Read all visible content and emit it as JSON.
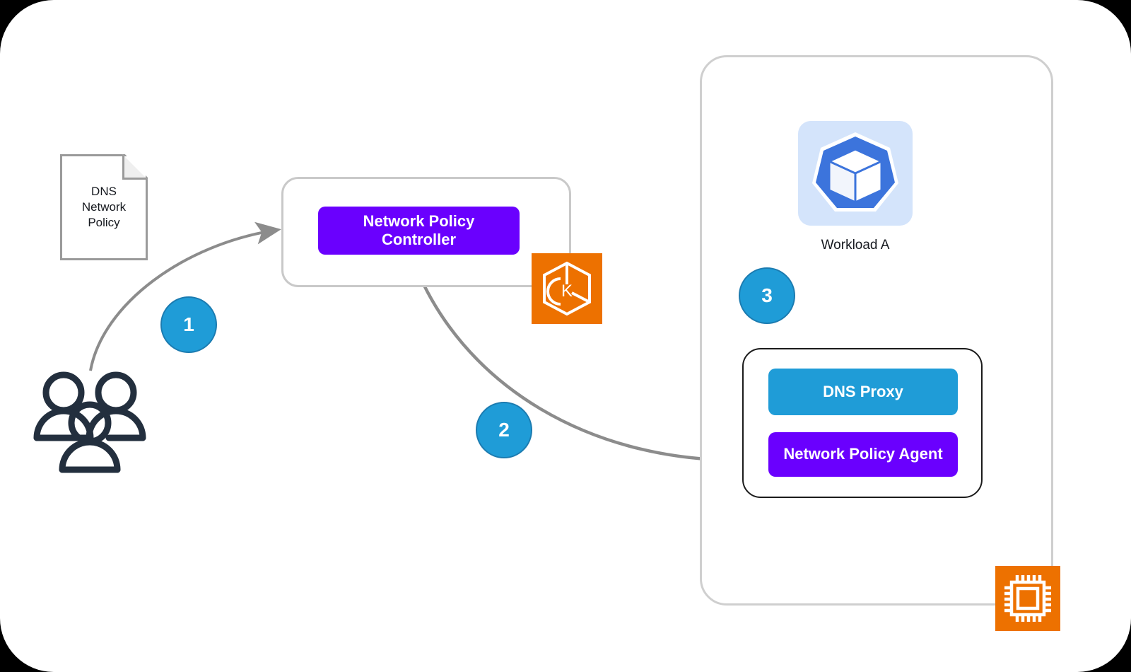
{
  "diagram": {
    "title": "EKS DNS Network Policy enforcement flow",
    "colors": {
      "purple": "#6A00FE",
      "blue": "#1F9CD7",
      "aws_orange": "#ED7100",
      "dashed_orange": "#F8A65D",
      "arrow_grey": "#8C8C8C",
      "navy": "#232F3E",
      "pod_blue": "#3C74DC",
      "pod_bg": "#D4E4FB"
    }
  },
  "document": {
    "name": "dns-network-policy-document",
    "line1": "DNS",
    "line2": "Network",
    "line3": "Policy"
  },
  "actors": {
    "users_icon": "users-icon"
  },
  "controller": {
    "container_name": "eks-control-plane-container",
    "label": "Network Policy Controller",
    "label_line1": "Network Policy",
    "label_line2": "Controller",
    "service_icon": "amazon-eks-icon"
  },
  "cluster": {
    "container_name": "worker-node-container",
    "service_icon": "compute-chip-icon"
  },
  "workload": {
    "icon": "kubernetes-pod-icon",
    "label": "Workload A"
  },
  "node": {
    "container_name": "pod-container",
    "dns_proxy_label": "DNS Proxy",
    "network_policy_agent_label": "Network Policy Agent"
  },
  "steps": [
    {
      "id": "step-1",
      "label": "1"
    },
    {
      "id": "step-2",
      "label": "2"
    },
    {
      "id": "step-3",
      "label": "3"
    }
  ],
  "connections": [
    {
      "name": "users-to-controller-arrow",
      "style": "solid-grey-curve"
    },
    {
      "name": "controller-to-agent-arrow",
      "style": "solid-grey-curve"
    },
    {
      "name": "workload-to-pod-arrow",
      "style": "dashed-orange"
    }
  ]
}
